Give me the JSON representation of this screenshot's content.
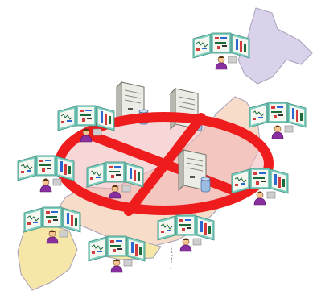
{
  "colors": {
    "background": "#ffffff",
    "map_purple": "#d9d2ea",
    "map_peach": "#f7dcc9",
    "map_yellow": "#f6e7a9",
    "map_outline": "#a7a0b8",
    "prohibit_red": "#ee1c1c",
    "prohibit_fill": "#f1b6b6",
    "server_body": "#e8e8e4",
    "server_shadow": "#b8b8b0",
    "disk_blue": "#9bbbe0",
    "monitor_frame": "#7fcfc0",
    "monitor_screen": "#f7f7f2",
    "operator_shirt": "#8a2fa0",
    "operator_skin": "#f4c38f"
  },
  "diagram": {
    "symbol": "prohibition-sign",
    "servers": [
      {
        "id": "server-1",
        "icon": "server-icon"
      },
      {
        "id": "server-2",
        "icon": "server-icon"
      },
      {
        "id": "server-3",
        "icon": "server-icon"
      }
    ],
    "workstations": [
      {
        "id": "ws-hokkaido",
        "icon": "monitoring-workstation-icon"
      },
      {
        "id": "ws-tohoku",
        "icon": "monitoring-workstation-icon"
      },
      {
        "id": "ws-northwest",
        "icon": "monitoring-workstation-icon"
      },
      {
        "id": "ws-west",
        "icon": "monitoring-workstation-icon"
      },
      {
        "id": "ws-center",
        "icon": "monitoring-workstation-icon"
      },
      {
        "id": "ws-east",
        "icon": "monitoring-workstation-icon"
      },
      {
        "id": "ws-southwest",
        "icon": "monitoring-workstation-icon"
      },
      {
        "id": "ws-south",
        "icon": "monitoring-workstation-icon"
      },
      {
        "id": "ws-southcenter",
        "icon": "monitoring-workstation-icon"
      }
    ],
    "map": {
      "icon": "japan-map-icon"
    }
  }
}
